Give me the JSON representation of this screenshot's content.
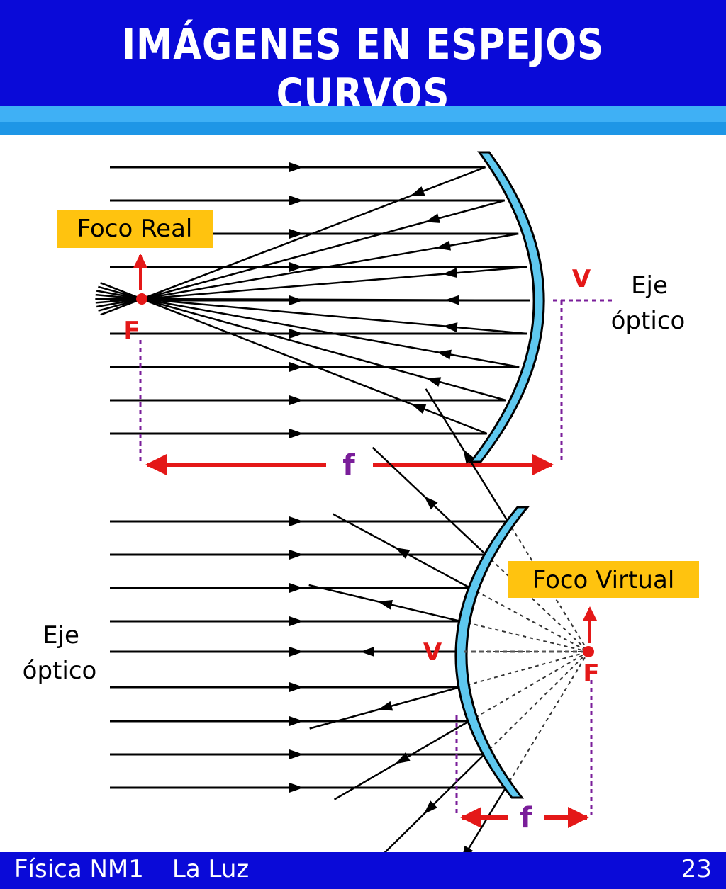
{
  "header": {
    "title": "IMÁGENES EN ESPEJOS CURVOS"
  },
  "top_diagram": {
    "focus_label": "Foco Real",
    "focus_letter": "F",
    "vertex_letter": "V",
    "axis_label_line1": "Eje",
    "axis_label_line2": "óptico",
    "focal_length_label": "f"
  },
  "bottom_diagram": {
    "focus_label": "Foco Virtual",
    "focus_letter": "F",
    "vertex_letter": "V",
    "axis_label_line1": "Eje",
    "axis_label_line2": "óptico",
    "focal_length_label": "f"
  },
  "footer": {
    "subject": "Física NM1",
    "topic": "La Luz",
    "page_number": "23"
  },
  "colors": {
    "header_bg": "#0a0ad8",
    "stripe_light": "#3fb0f5",
    "stripe_mid": "#1e96e6",
    "mirror_fill": "#5ec8ef",
    "label_bg": "#ffc30f",
    "focus_red": "#e41818",
    "focal_purple": "#7a1e9a"
  }
}
